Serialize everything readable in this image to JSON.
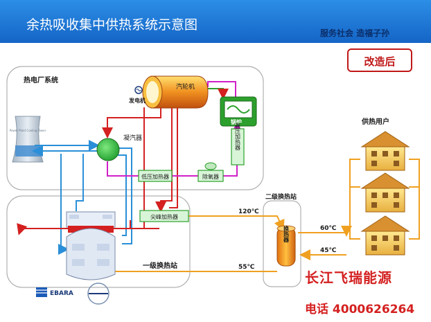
{
  "header": {
    "title": "余热吸收集中供热系统示意图",
    "slogan": "服务社会 造福子孙"
  },
  "badge": "改造后",
  "labels": {
    "plant_area": "热电厂系统",
    "generator": "发电机",
    "turbine": "汽轮机",
    "boiler": "锅炉",
    "condenser": "凝汽器",
    "hp_heater": "高压加热器",
    "lp_heater": "低压加热器",
    "deaerator": "除氧器",
    "peak_heater": "尖峰加热器",
    "primary_station": "一级换热站",
    "secondary_station": "二级换热站",
    "exchanger": "换热器",
    "users": "供热用户",
    "temp_120": "120℃",
    "temp_60": "60℃",
    "temp_45": "45℃",
    "temp_55": "55℃",
    "cooling_tower_text": "Power Plant Cooling Tower",
    "logo_ebara": "EBARA"
  },
  "brand": "长江飞瑞能源",
  "phone": "电话 4000626264",
  "colors": {
    "header_blue": "#1e78d8",
    "steam_red": "#d42020",
    "cooling_blue": "#2a8fd8",
    "feedwater_magenta": "#d020c8",
    "heating_orange": "#f0a020",
    "boiler_green": "#2ca02c"
  }
}
